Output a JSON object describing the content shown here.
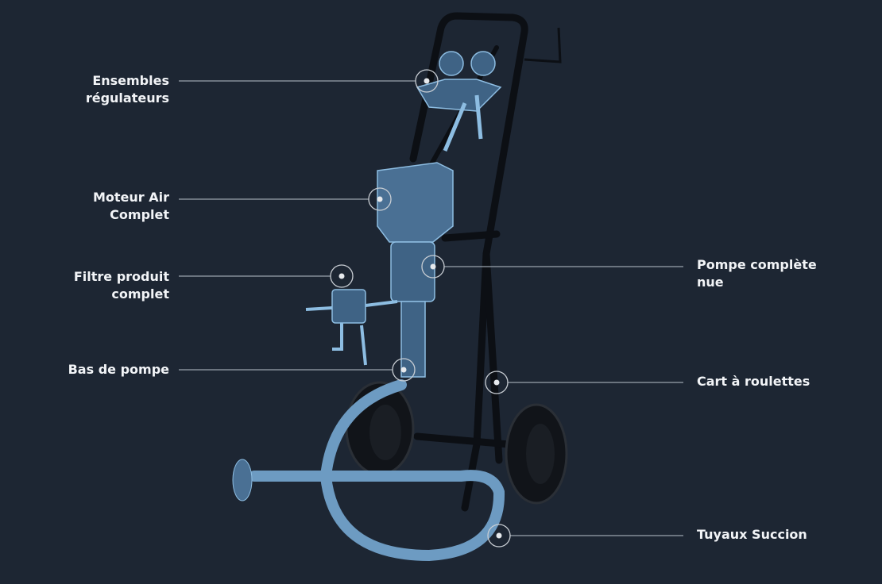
{
  "diagram": {
    "labels_left": [
      {
        "line1": "Ensembles",
        "line2": "régulateurs"
      },
      {
        "line1": "Moteur Air",
        "line2": "Complet"
      },
      {
        "line1": "Filtre produit",
        "line2": "complet"
      },
      {
        "line1": "Bas de pompe",
        "line2": ""
      }
    ],
    "labels_right": [
      {
        "line1": "Pompe complète",
        "line2": "nue"
      },
      {
        "line1": "Cart à roulettes",
        "line2": ""
      },
      {
        "line1": "Tuyaux Succion",
        "line2": ""
      }
    ],
    "colors": {
      "background": "#1d2633",
      "component": "#7fb0d8",
      "frame": "#0e1116",
      "leader": "#9aa3ad"
    }
  }
}
